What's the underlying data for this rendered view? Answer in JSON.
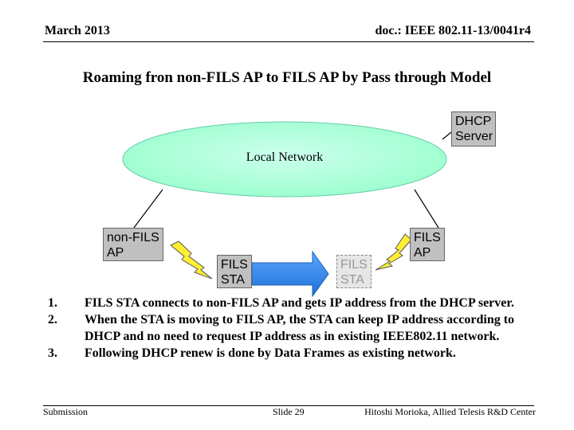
{
  "header": {
    "date": "March 2013",
    "doc": "doc.: IEEE 802.11-13/0041r4"
  },
  "title": "Roaming fron non-FILS AP to FILS AP by Pass through Model",
  "diagram": {
    "dhcp_server": "DHCP Server",
    "local_network": "Local Network",
    "non_fils_ap": "non-FILS AP",
    "fils_ap": "FILS AP",
    "fils_sta_left": "FILS STA",
    "fils_sta_right": "FILS STA",
    "colors": {
      "network": "#99ffcc",
      "box": "#c0c0c0",
      "arrow": "#1f6fd6",
      "lightning": "#ffee33"
    }
  },
  "steps": [
    {
      "num": "1.",
      "text": "FILS STA connects to non-FILS AP and gets IP address from the DHCP server."
    },
    {
      "num": "2.",
      "text": "When the STA is moving to FILS AP, the STA can keep IP address according to DHCP and no need to request IP address as in existing IEEE802.11 network."
    },
    {
      "num": "3.",
      "text": "Following DHCP renew is done by Data Frames as existing network."
    }
  ],
  "footer": {
    "left": "Submission",
    "center": "Slide 29",
    "right": "Hitoshi Morioka, Allied Telesis R&D Center"
  }
}
